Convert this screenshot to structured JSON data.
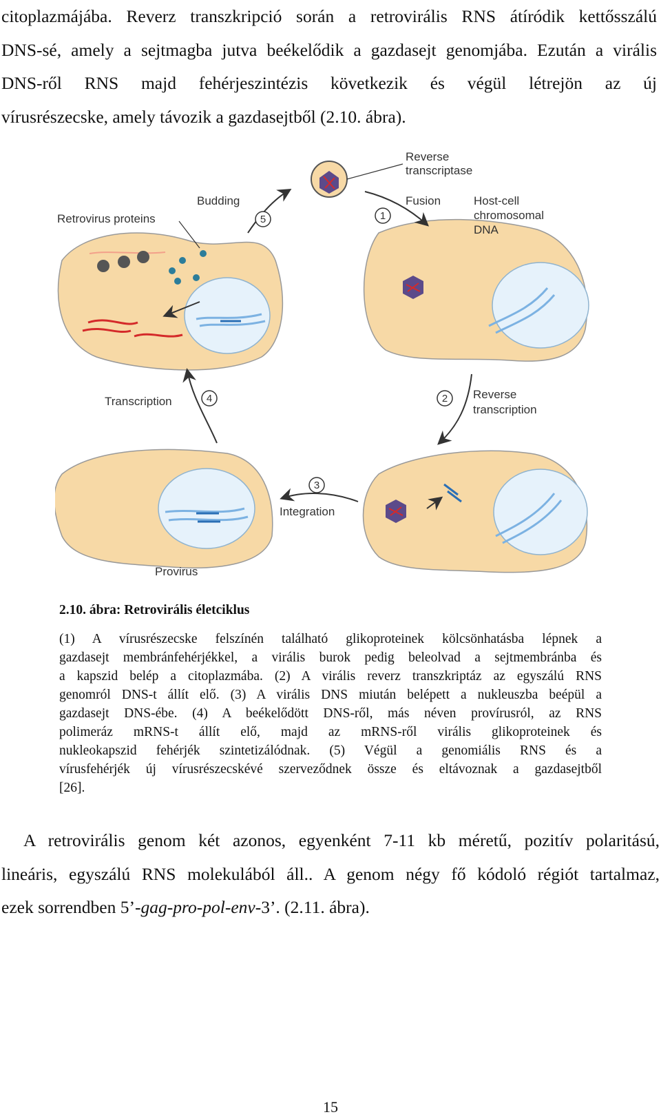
{
  "top_paragraph": {
    "lines": [
      "citoplazmájába. Reverz transzkripció során a retrovirális RNS átíródik kettősszálú",
      "DNS-sé, amely a sejtmagba jutva beékelődik a gazdasejt genomjába. Ezután a virális",
      "DNS-ről RNS majd fehérjeszintézis következik és végül létrejön az új",
      "vírusrészecske, amely távozik a gazdasejtből (2.10. ábra)."
    ]
  },
  "figure": {
    "labels": {
      "reverse_transcriptase_1": "Reverse",
      "reverse_transcriptase_2": "transcriptase",
      "budding": "Budding",
      "retrovirus_proteins": "Retrovirus proteins",
      "fusion": "Fusion",
      "host_dna_1": "Host-cell",
      "host_dna_2": "chromosomal",
      "host_dna_3": "DNA",
      "transcription": "Transcription",
      "reverse_transcription_1": "Reverse",
      "reverse_transcription_2": "transcription",
      "integration": "Integration",
      "provirus": "Provirus"
    },
    "steps": [
      "1",
      "2",
      "3",
      "4",
      "5"
    ],
    "colors": {
      "cell": "#f7d9a6",
      "nucleus": "#e6f2fb",
      "dna": "#7cb2e2",
      "dna_dark": "#2a6fb5",
      "rna": "#d42a2a",
      "capsid": "#5c4a8a",
      "protein": "#2c7d9a"
    }
  },
  "caption": {
    "title": "2.10. ábra: Retrovirális életciklus",
    "lines": [
      "(1) A vírusrészecske felszínén található glikoproteinek kölcsönhatásba lépnek a",
      "gazdasejt membránfehérjékkel, a virális burok pedig beleolvad a sejtmembránba és",
      "a kapszid belép a citoplazmába. (2) A virális reverz transzkriptáz az egyszálú RNS",
      "genomról DNS-t állít elő. (3) A virális DNS miután belépett a nukleuszba beépül a",
      "gazdasejt DNS-ébe. (4) A beékelődött DNS-ről, más néven provírusról, az RNS",
      "polimeráz mRNS-t állít elő, majd az mRNS-ről virális glikoproteinek és",
      "nukleokapszid fehérjék szintetizálódnak. (5) Végül a genomiális RNS és a",
      "vírusfehérjék új vírusrészecskévé szerveződnek össze és eltávoznak a gazdasejtből",
      "[26]."
    ]
  },
  "bottom_paragraph": {
    "line1": "A retrovirális genom két azonos, egyenként 7-11 kb méretű, pozitív polaritású,",
    "line2": "lineáris, egyszálú RNS molekulából áll.. A genom négy fő kódoló régiót tartalmaz,",
    "line3_prefix": "ezek sorrendben 5’-",
    "gag": "gag",
    "dash1": "-",
    "pro": "pro",
    "dash2": "-",
    "pol": "pol",
    "dash3": "-",
    "env": "env",
    "line3_suffix": "-3’. (2.11. ábra)."
  },
  "page_number": "15"
}
